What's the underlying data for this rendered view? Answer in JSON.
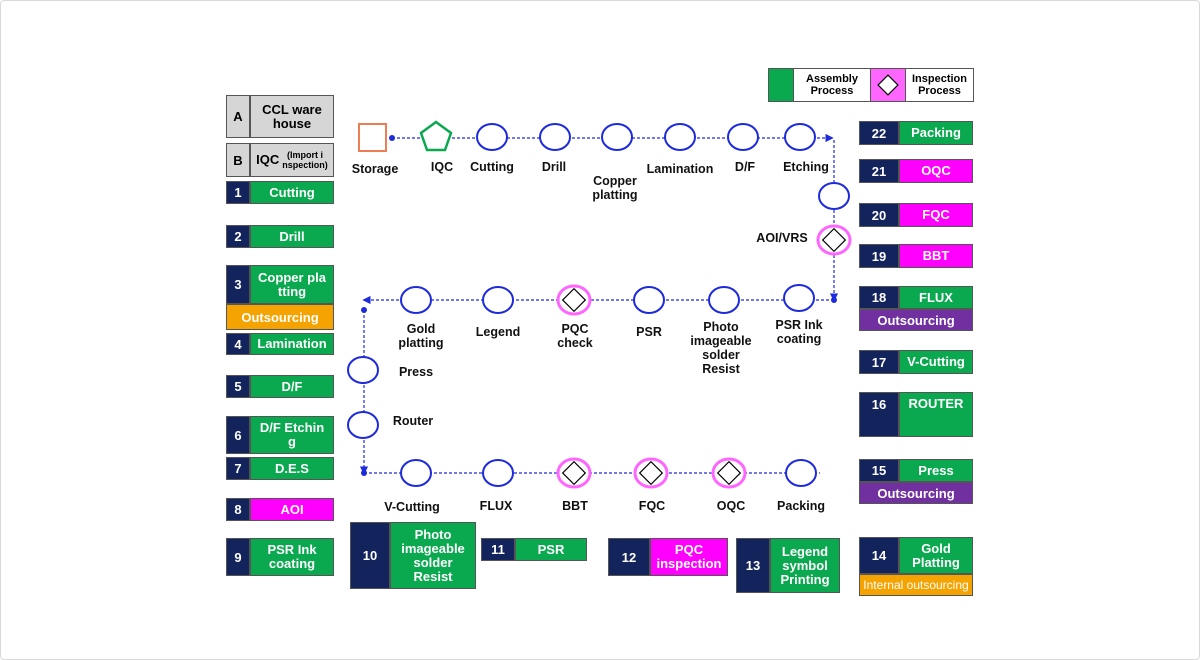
{
  "legend": {
    "assembly": "Assembly\nProcess",
    "inspection": "Inspection\nProcess",
    "colors": {
      "assembly": "#0aa94f",
      "inspection": "#ff00ff"
    }
  },
  "left_boxes": [
    {
      "num": "A",
      "label": "CCL ware\nhouse",
      "style": "grey"
    },
    {
      "num": "B",
      "label": "IQC",
      "label_small": "(Import i\nnspection)",
      "style": "grey"
    },
    {
      "num": "1",
      "label": "Cutting",
      "style": "green"
    },
    {
      "num": "2",
      "label": "Drill",
      "style": "green"
    },
    {
      "num": "3",
      "label": "Copper pla\ntting",
      "style": "green",
      "extra": "Outsourcing"
    },
    {
      "num": "4",
      "label": "Lamination",
      "style": "green"
    },
    {
      "num": "5",
      "label": "D/F",
      "style": "green"
    },
    {
      "num": "6",
      "label": "D/F Etchin\ng",
      "style": "green"
    },
    {
      "num": "7",
      "label": "D.E.S",
      "style": "green"
    },
    {
      "num": "8",
      "label": "AOI",
      "style": "magenta"
    },
    {
      "num": "9",
      "label": "PSR Ink\ncoating",
      "style": "green"
    }
  ],
  "bottom_boxes": [
    {
      "num": "10",
      "label": "Photo\nimageable\nsolder\nResist",
      "style": "green"
    },
    {
      "num": "11",
      "label": "PSR",
      "style": "green"
    },
    {
      "num": "12",
      "label": "PQC\ninspection",
      "style": "magenta"
    },
    {
      "num": "13",
      "label": "Legend\nsymbol\nPrinting",
      "style": "green"
    }
  ],
  "right_boxes": [
    {
      "num": "22",
      "label": "Packing",
      "style": "green"
    },
    {
      "num": "21",
      "label": "OQC",
      "style": "magenta"
    },
    {
      "num": "20",
      "label": "FQC",
      "style": "magenta"
    },
    {
      "num": "19",
      "label": "BBT",
      "style": "magenta"
    },
    {
      "num": "18",
      "label": "FLUX",
      "style": "green",
      "extra": "Outsourcing"
    },
    {
      "num": "17",
      "label": "V-Cutting",
      "style": "green"
    },
    {
      "num": "16",
      "label": "ROUTER",
      "style": "green"
    },
    {
      "num": "15",
      "label": "Press",
      "style": "green",
      "extra": "Outsourcing"
    },
    {
      "num": "14",
      "label": "Gold\nPlatting",
      "style": "green",
      "extra": "Internal outsourcing"
    }
  ],
  "flow": {
    "row1": [
      "Storage",
      "IQC",
      "Cutting",
      "Drill",
      "Copper\nplatting",
      "Lamination",
      "D/F",
      "Etching"
    ],
    "aoi": "AOI/VRS",
    "row2": [
      "PSR Ink\ncoating",
      "Photo\nimageable\nsolder\nResist",
      "PSR",
      "PQC\ncheck",
      "Legend",
      "Gold\nplatting"
    ],
    "left_col": [
      "Press",
      "Router"
    ],
    "row3": [
      "V-Cutting",
      "FLUX",
      "BBT",
      "FQC",
      "OQC",
      "Packing"
    ]
  }
}
